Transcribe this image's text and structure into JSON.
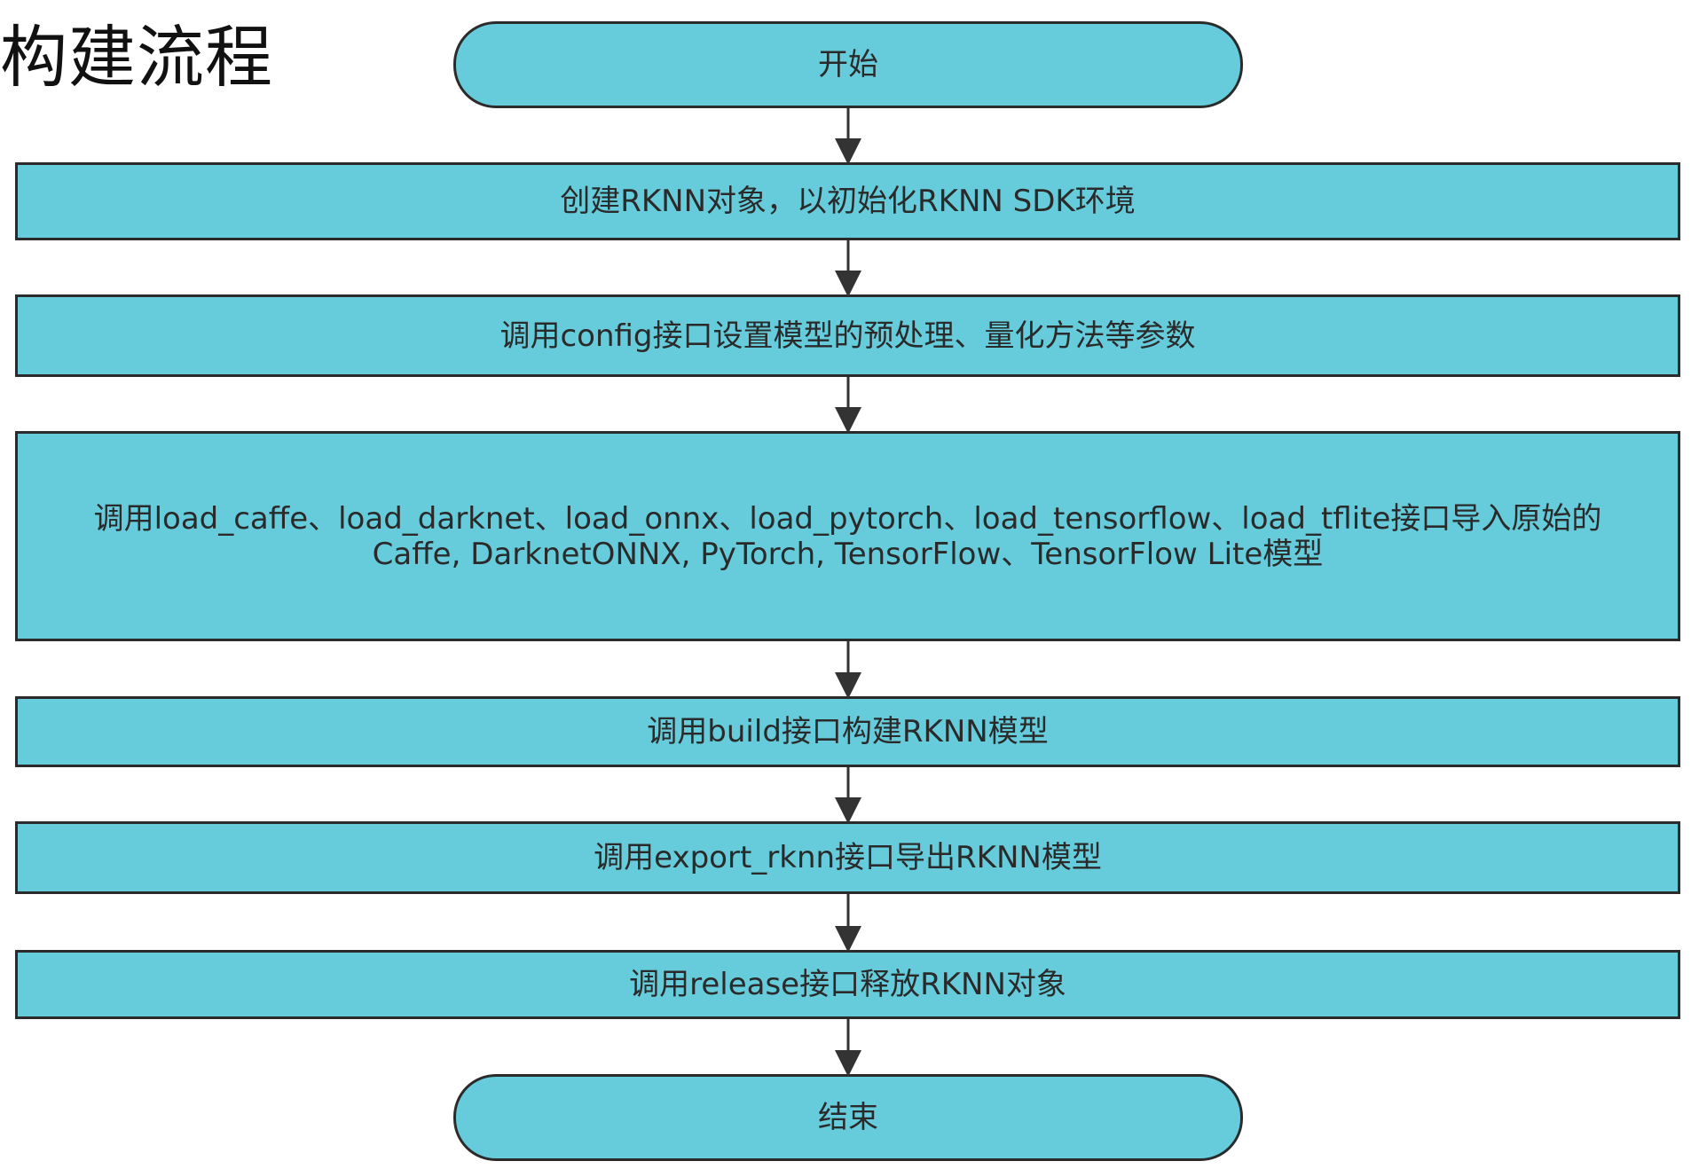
{
  "title": "构建流程",
  "flow": {
    "start": "开始",
    "steps": [
      "创建RKNN对象，以初始化RKNN SDK环境",
      "调用config接口设置模型的预处理、量化方法等参数",
      "调用load_caffe、load_darknet、load_onnx、load_pytorch、load_tensorflow、load_tflite接口导入原始的Caffe, DarknetONNX, PyTorch, TensorFlow、TensorFlow Lite模型",
      "调用build接口构建RKNN模型",
      "调用export_rknn接口导出RKNN模型",
      "调用release接口释放RKNN对象"
    ],
    "end": "结束"
  },
  "colors": {
    "node_fill": "#66ccdb",
    "node_border": "#2b2b2b",
    "arrow": "#333333"
  }
}
